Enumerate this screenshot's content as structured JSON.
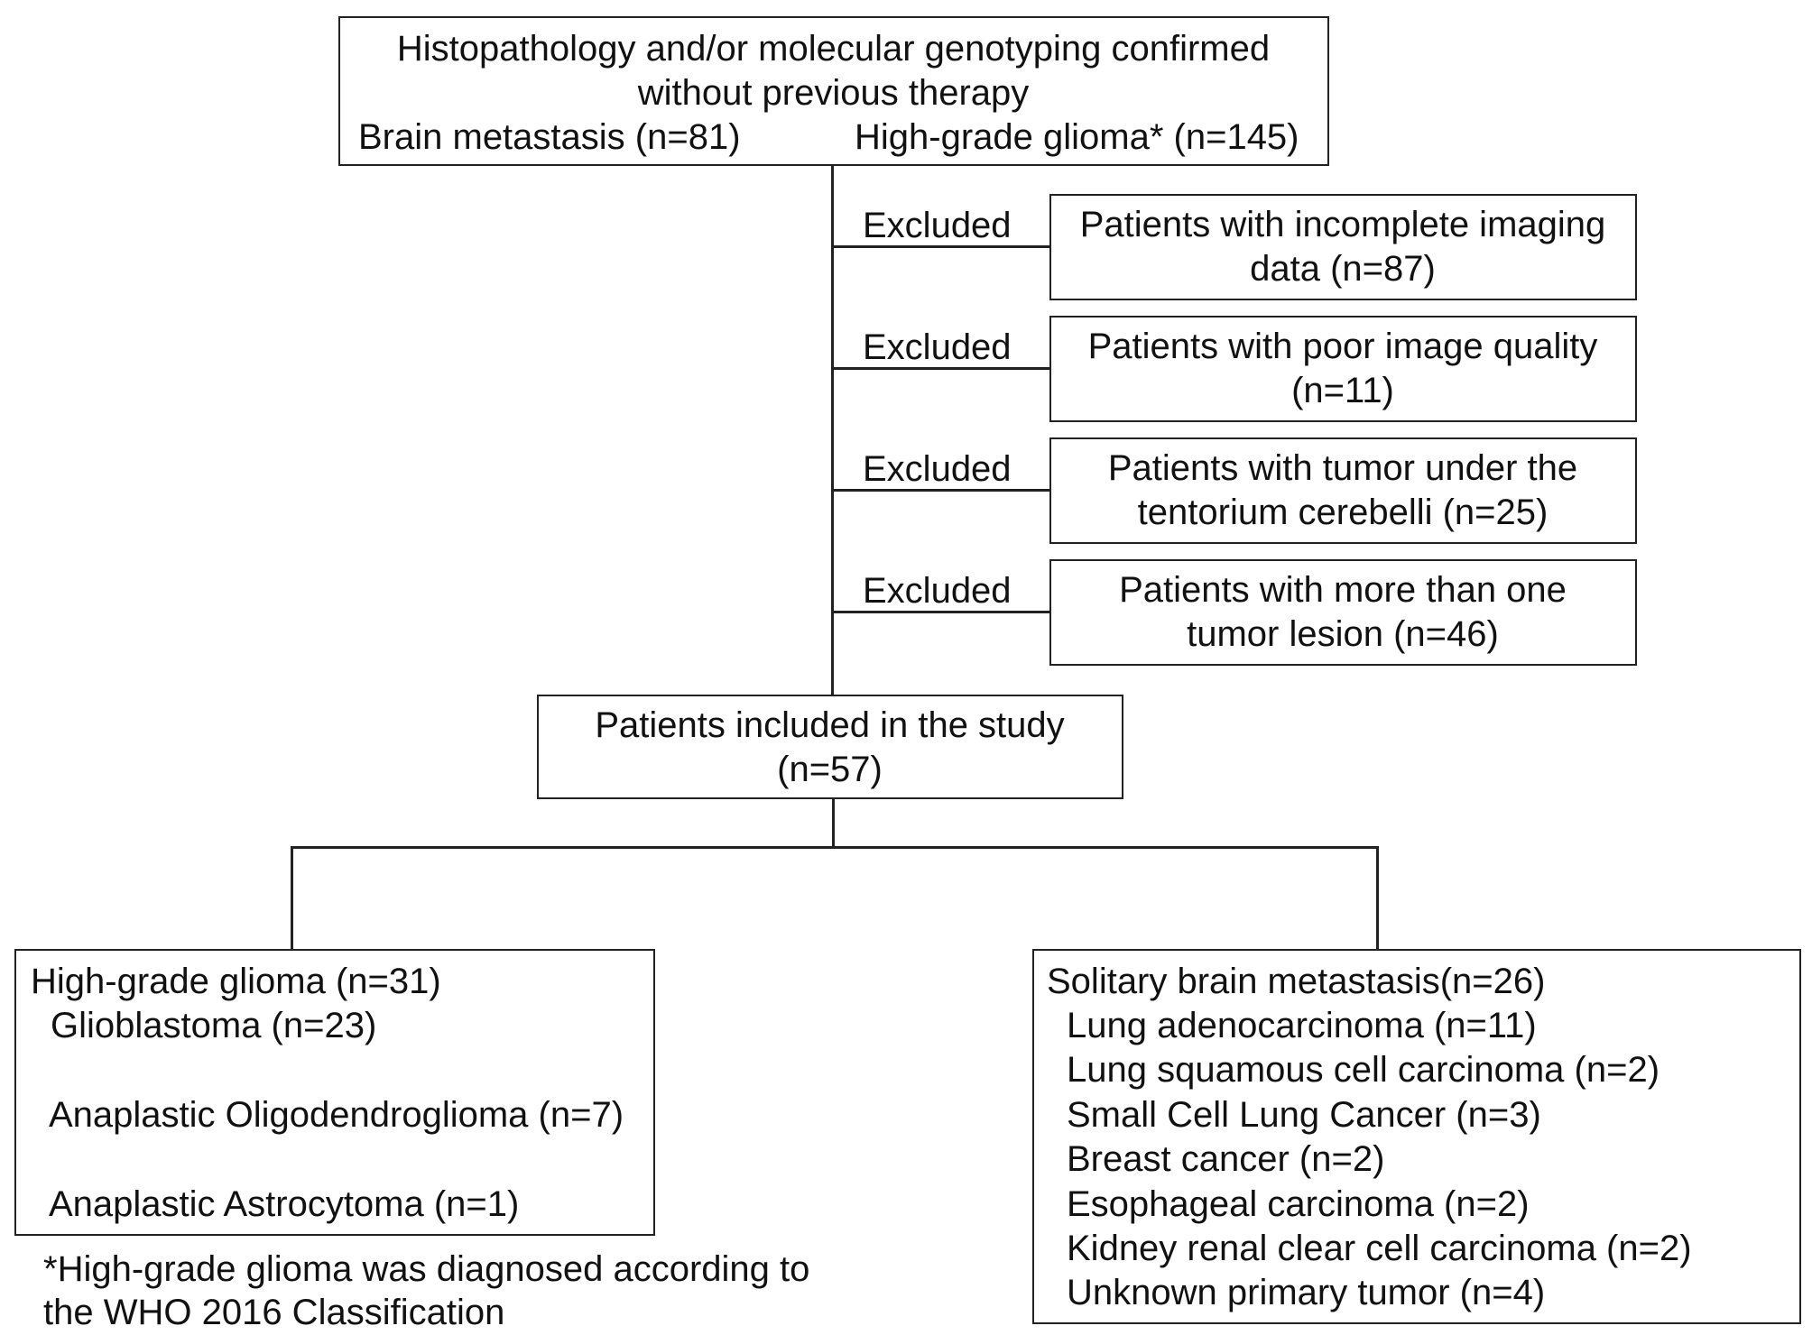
{
  "top": {
    "line1": "Histopathology and/or molecular genotyping confirmed",
    "line2": "without previous therapy",
    "left": "Brain metastasis (n=81)",
    "right": "High-grade glioma* (n=145)"
  },
  "exclusions": [
    {
      "label": "Excluded",
      "line1": "Patients with incomplete imaging",
      "line2": "data (n=87)"
    },
    {
      "label": "Excluded",
      "line1": "Patients with poor image quality",
      "line2": "(n=11)"
    },
    {
      "label": "Excluded",
      "line1": "Patients with tumor under the",
      "line2": "tentorium cerebelli (n=25)"
    },
    {
      "label": "Excluded",
      "line1": "Patients with more than one",
      "line2": "tumor lesion (n=46)"
    }
  ],
  "included": {
    "line1": "Patients included in the study",
    "line2": "(n=57)"
  },
  "glioma": {
    "title": "High-grade glioma (n=31)",
    "items": [
      "Glioblastoma (n=23)",
      "Anaplastic Oligodendroglioma (n=7)",
      "Anaplastic Astrocytoma (n=1)"
    ]
  },
  "metastasis": {
    "title": "Solitary brain metastasis(n=26)",
    "items": [
      "Lung adenocarcinoma (n=11)",
      "Lung squamous cell carcinoma (n=2)",
      "Small Cell Lung Cancer (n=3)",
      "Breast cancer (n=2)",
      "Esophageal carcinoma (n=2)",
      "Kidney renal clear cell carcinoma (n=2)",
      "Unknown primary tumor (n=4)"
    ]
  },
  "footnote": {
    "line1": "*High-grade glioma was diagnosed according to",
    "line2": "the WHO 2016 Classification"
  }
}
